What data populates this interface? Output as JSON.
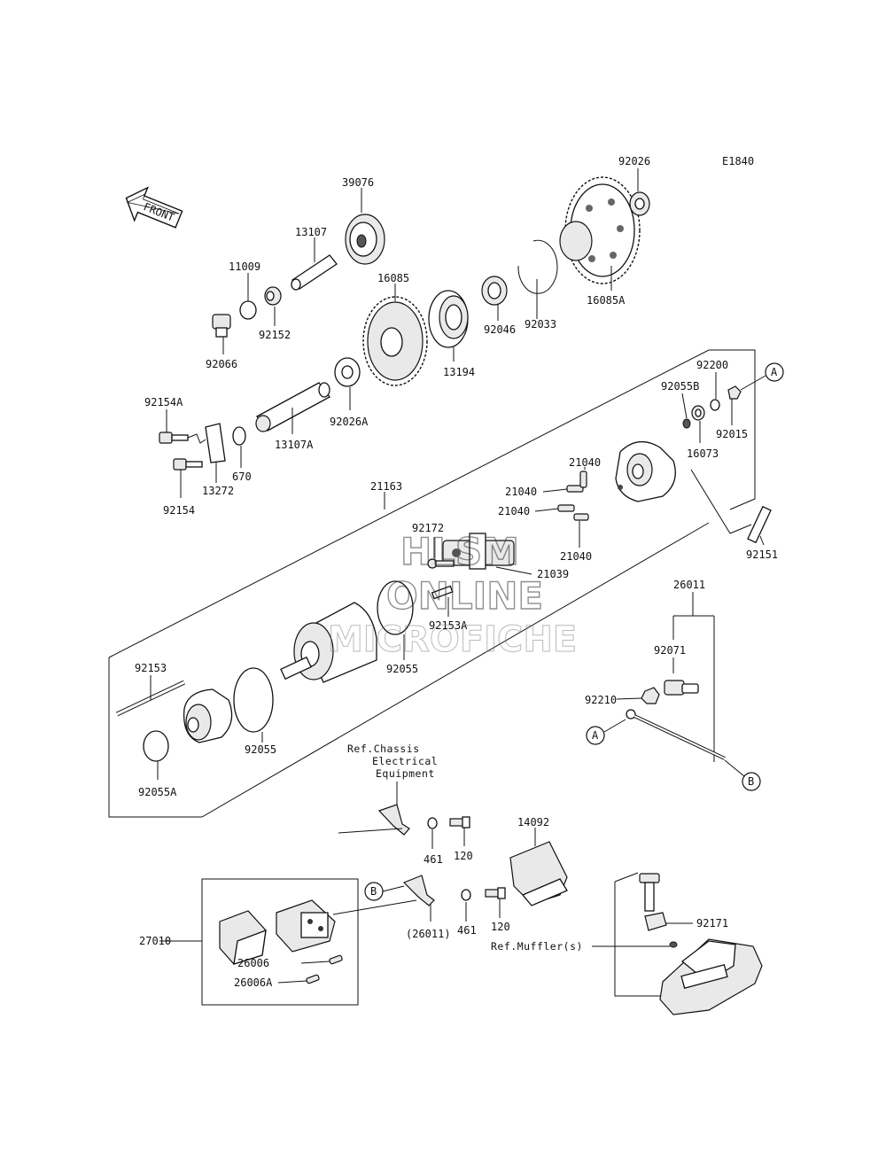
{
  "diagram_code": "E1840",
  "front_label": "FRONT",
  "watermark": {
    "line1": "HLSM",
    "line2": "ONLINE",
    "line3": "MICROFICHE"
  },
  "callouts": {
    "a": "A",
    "b": "B"
  },
  "refs": {
    "chassis_line1": "Ref.Chassis",
    "chassis_line2": "Electrical",
    "chassis_line3": "Equipment",
    "muffler": "Ref.Muffler(s)"
  },
  "parts": {
    "p39076": "39076",
    "p92026": "92026",
    "p13107": "13107",
    "p11009": "11009",
    "p16085": "16085",
    "p16085A": "16085A",
    "p92152": "92152",
    "p92066": "92066",
    "p92046": "92046",
    "p92033": "92033",
    "p13194": "13194",
    "p92026A": "92026A",
    "p92154A": "92154A",
    "p13107A": "13107A",
    "p670": "670",
    "p13272": "13272",
    "p92154": "92154",
    "p21163": "21163",
    "p92200": "92200",
    "p92055B": "92055B",
    "p92015": "92015",
    "p16073": "16073",
    "p21040a": "21040",
    "p21040b": "21040",
    "p21040c": "21040",
    "p21040d": "21040",
    "p92172": "92172",
    "p21039": "21039",
    "p92153A": "92153A",
    "p92151": "92151",
    "p26011": "26011",
    "p92071": "92071",
    "p92210": "92210",
    "p92153": "92153",
    "p92055a": "92055",
    "p92055b": "92055",
    "p92055A": "92055A",
    "p461a": "461",
    "p120a": "120",
    "p14092": "14092",
    "p26011b": "(26011)",
    "p461b": "461",
    "p120b": "120",
    "p27010": "27010",
    "p26006": "26006",
    "p26006A": "26006A",
    "p92171": "92171"
  }
}
